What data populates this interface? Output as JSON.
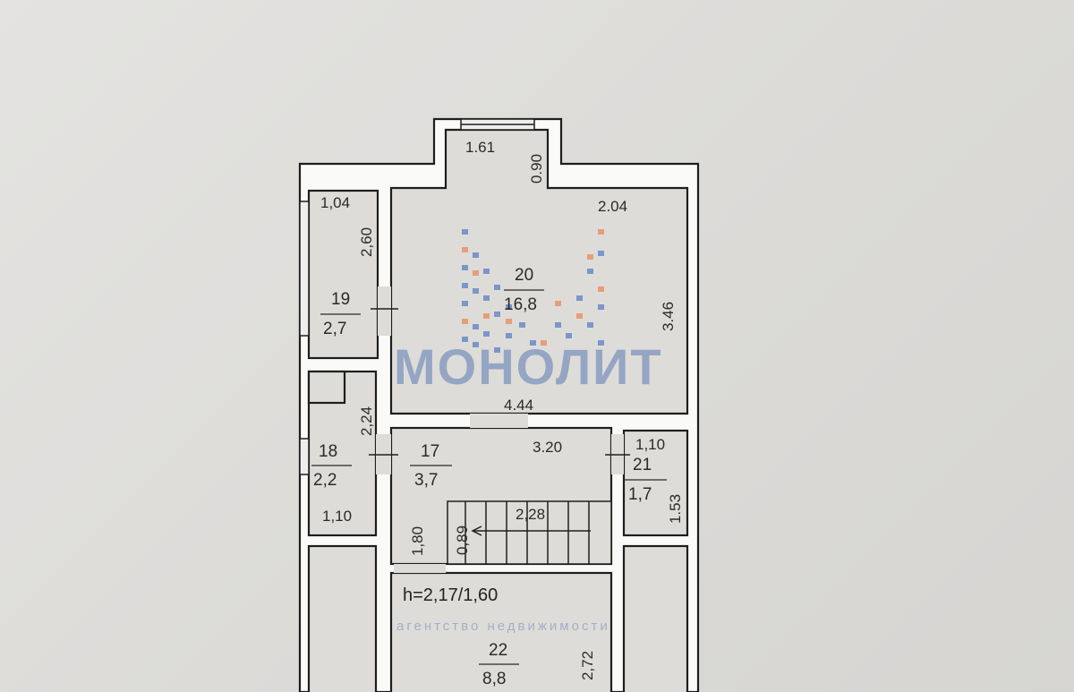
{
  "watermark": {
    "brand": "МОНОЛИТ",
    "tagline": "агентство недвижимости"
  },
  "dimensions": {
    "bay_width": "1.61",
    "bay_depth": "0.90",
    "r19_width": "1,04",
    "r19_length": "2,60",
    "r20_width": "2.04",
    "r20_length": "3.46",
    "r20_bottom": "4.44",
    "r18_length": "2,24",
    "r18_width": "1,10",
    "r17_width": "3.20",
    "r17_height": "1,80",
    "stair_width": "0,89",
    "stair_length": "2,28",
    "r21_width": "1,10",
    "r21_length": "1.53",
    "r22_length": "2,72"
  },
  "ceiling_height": "h=2,17/1,60",
  "rooms": [
    {
      "number": "19",
      "area": "2,7"
    },
    {
      "number": "20",
      "area": "16,8"
    },
    {
      "number": "18",
      "area": "2,2"
    },
    {
      "number": "17",
      "area": "3,7"
    },
    {
      "number": "21",
      "area": "1,7"
    },
    {
      "number": "22",
      "area": "8,8"
    }
  ]
}
